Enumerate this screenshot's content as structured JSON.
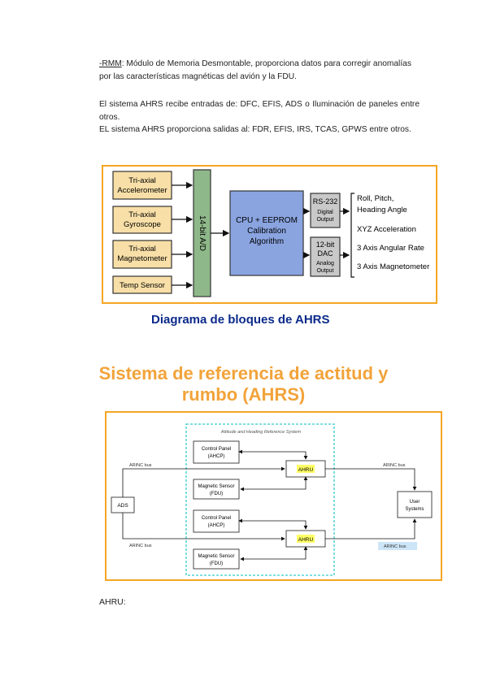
{
  "intro": {
    "rmm_term": "-RMM",
    "rmm_text": ": Módulo de Memoria Desmontable, proporciona datos para corregir anomalías por las características magnéticas del avión y la FDU.",
    "inputs": "El sistema AHRS recibe entradas de: DFC, EFIS, ADS o Iluminación de paneles entre otros.",
    "outputs": "EL sistema AHRS proporciona salidas al: FDR, EFIS, IRS, TCAS, GPWS entre otros."
  },
  "block_diagram": {
    "sensors": [
      [
        "Tri-axial",
        "Accelerometer"
      ],
      [
        "Tri-axial",
        "Gyroscope"
      ],
      [
        "Tri-axial",
        "Magnetometer"
      ],
      [
        "Temp Sensor"
      ]
    ],
    "ad_label": "14-bit A/D",
    "cpu_lines": [
      "CPU + EEPROM",
      "Calibration",
      "Algorithm"
    ],
    "rs232": [
      "RS-232",
      "Digital",
      "Output"
    ],
    "dac": [
      "12-bit",
      "DAC",
      "Analog",
      "Output"
    ],
    "outputs": [
      [
        "Roll, Pitch,",
        "Heading Angle"
      ],
      [
        "XYZ Acceleration"
      ],
      [
        "3 Axis Angular Rate"
      ],
      [
        "3 Axis Magnetometer"
      ]
    ],
    "colors": {
      "sensor_fill": "#f8dfa7",
      "ad_fill": "#8fb88a",
      "cpu_fill": "#8aa4e0",
      "out_fill": "#c9c9c9",
      "border": "#f5a623"
    }
  },
  "caption1": "Diagrama de bloques de AHRS",
  "title2_lines": [
    "Sistema de referencia de actitud y",
    "rumbo (AHRS)"
  ],
  "system_diagram": {
    "system_label": "Attitude and Heading Reference System",
    "control_panel": [
      "Control Panel",
      "(AHCP)"
    ],
    "magnetic_sensor": [
      "Magnetic Sensor",
      "(FDU)"
    ],
    "ahru": "AHRU",
    "ads": "ADS",
    "user_systems": [
      "User",
      "Systems"
    ],
    "arinc_bus": "ARINC bus",
    "colors": {
      "dashed": "#33cccc",
      "ahru_fill": "#ffff66",
      "bus_hl": "#cde6f7"
    }
  },
  "footer_label": "AHRU:",
  "colors": {
    "caption_blue": "#0b2a8a",
    "title_orange": "#f2a33a"
  }
}
